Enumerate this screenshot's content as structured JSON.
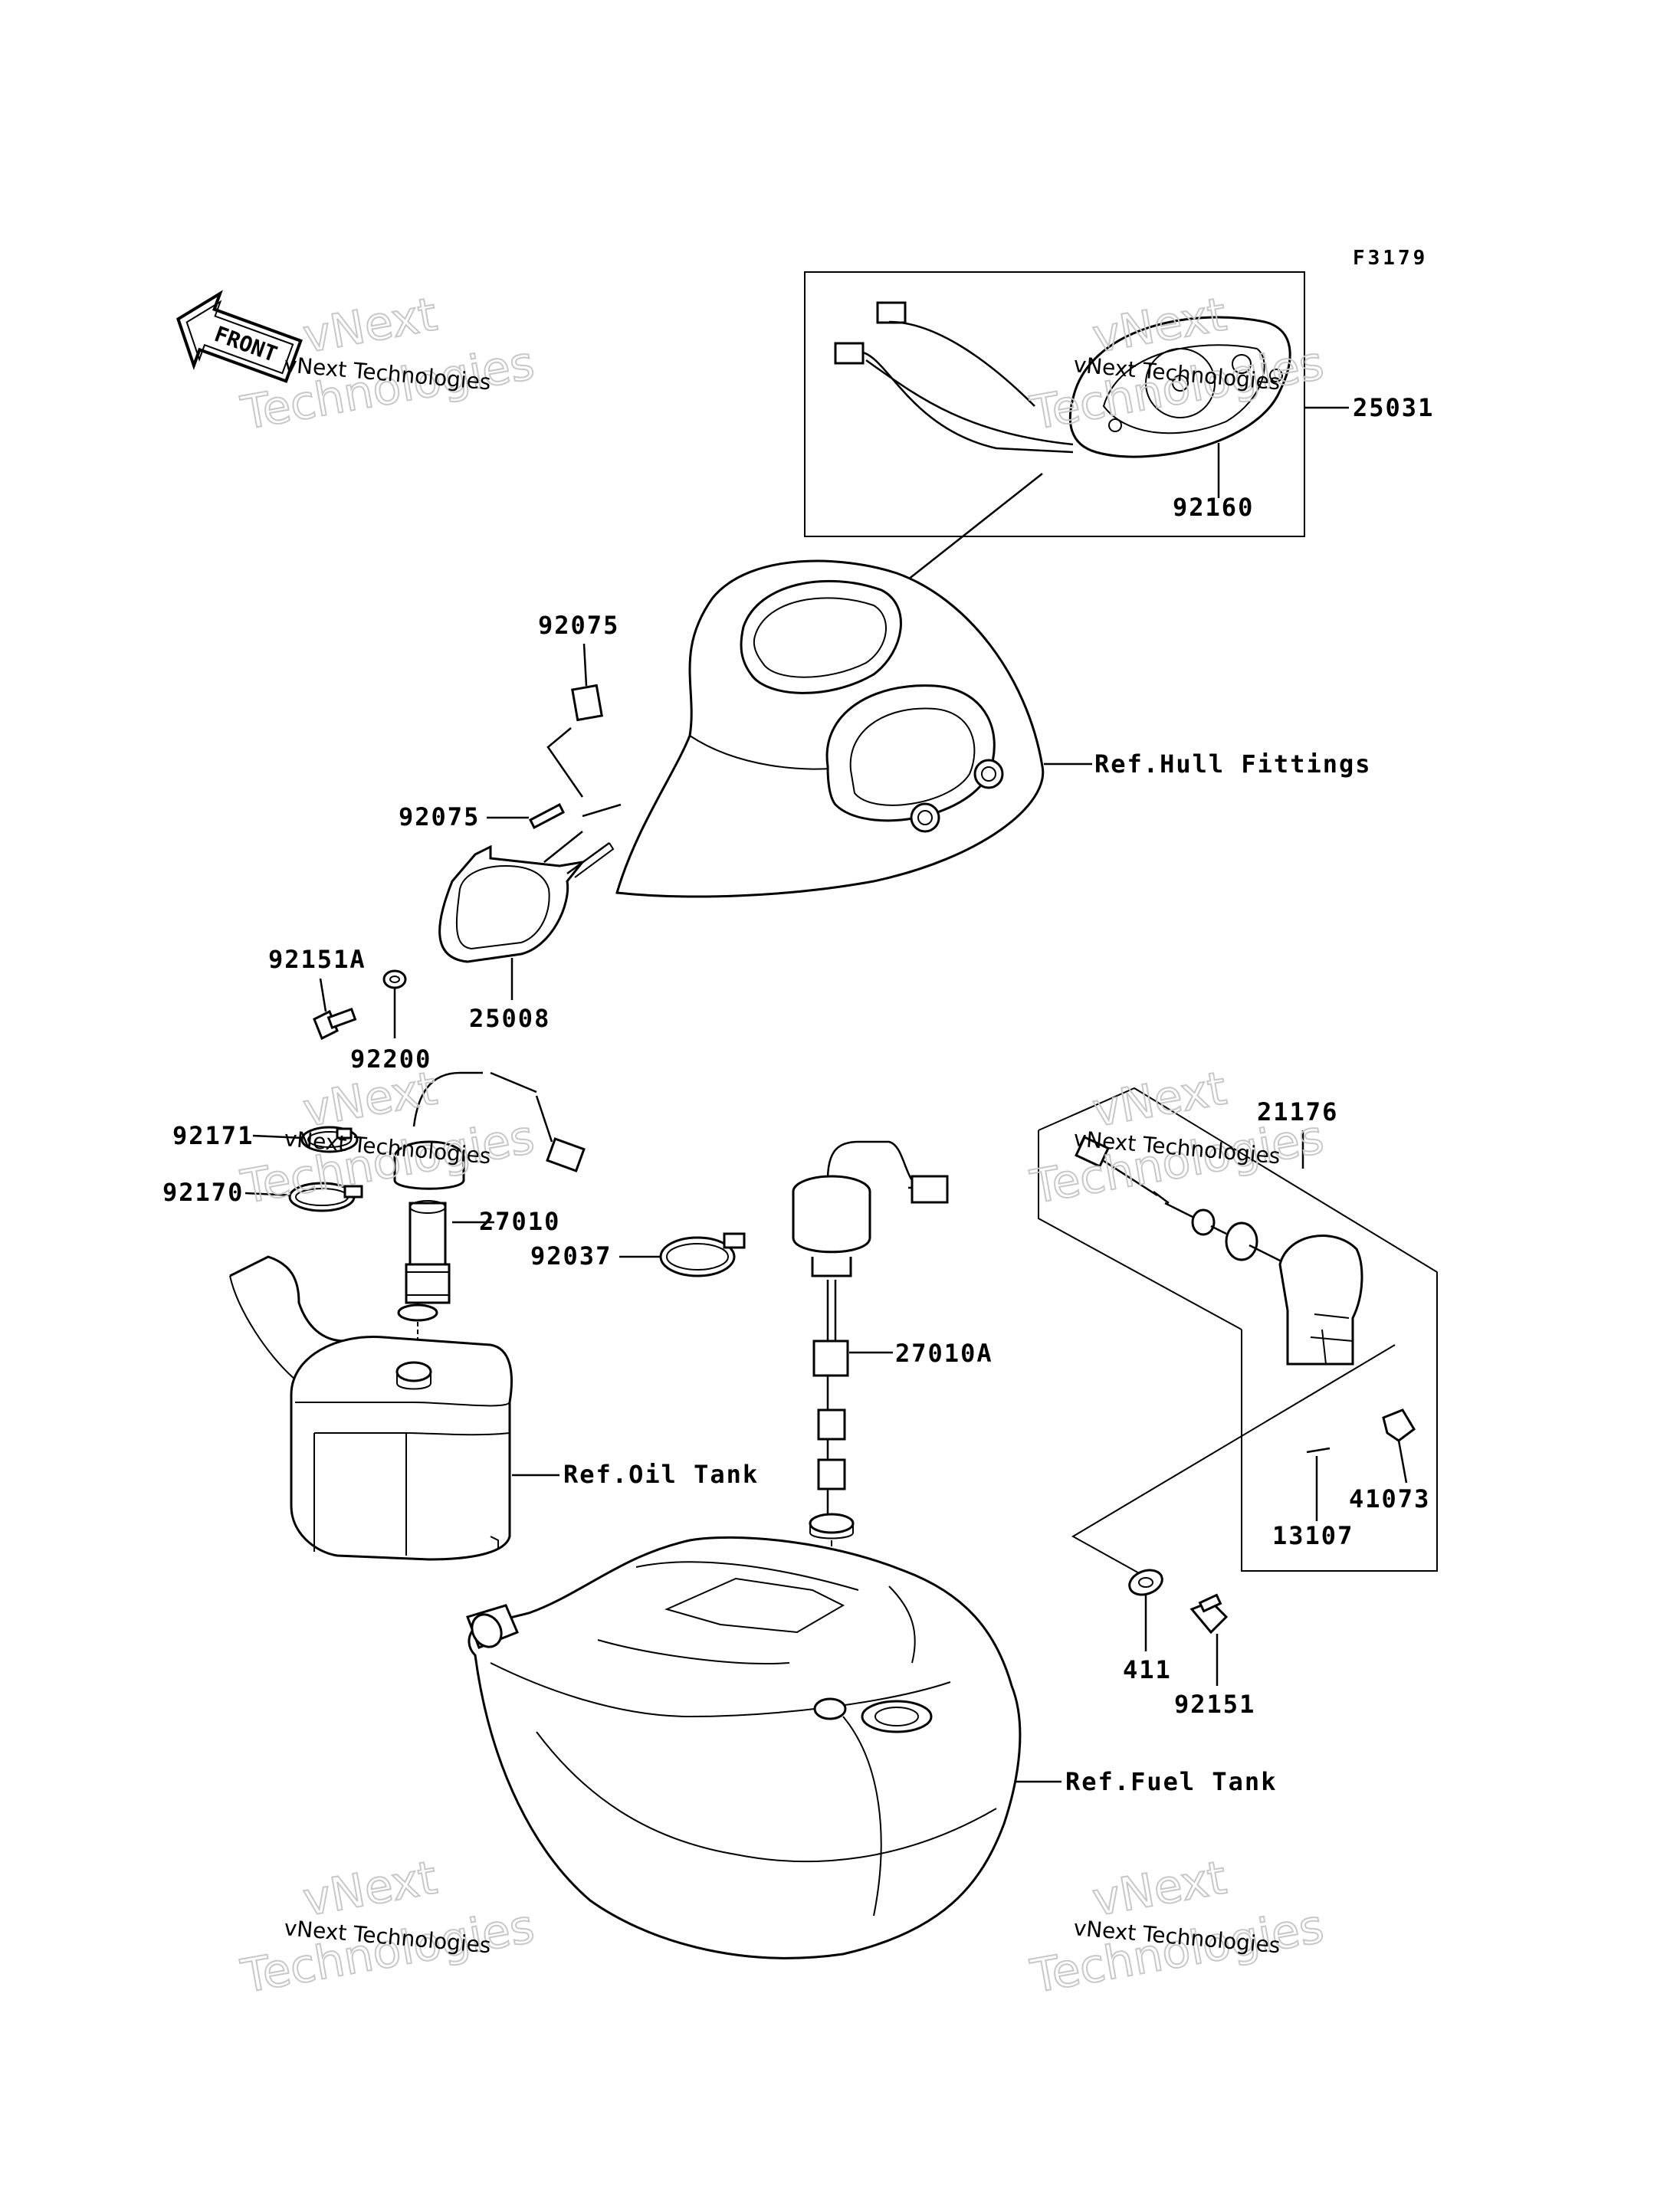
{
  "figure_code": "F3179",
  "front_arrow_label": "FRONT",
  "watermark": {
    "company": "vNext Technologies",
    "line1": "vNext",
    "line2": "Technologies"
  },
  "callouts": {
    "p25031": "25031",
    "p92160": "92160",
    "p92075a": "92075",
    "p92075b": "92075",
    "p92151A": "92151A",
    "p92200": "92200",
    "p25008": "25008",
    "p92171": "92171",
    "p92170": "92170",
    "p27010": "27010",
    "p92037": "92037",
    "p27010A": "27010A",
    "p21176": "21176",
    "p41073": "41073",
    "p13107": "13107",
    "p411": "411",
    "p92151": "92151"
  },
  "references": {
    "hull": "Ref.Hull Fittings",
    "oil": "Ref.Oil Tank",
    "fuel": "Ref.Fuel Tank"
  }
}
